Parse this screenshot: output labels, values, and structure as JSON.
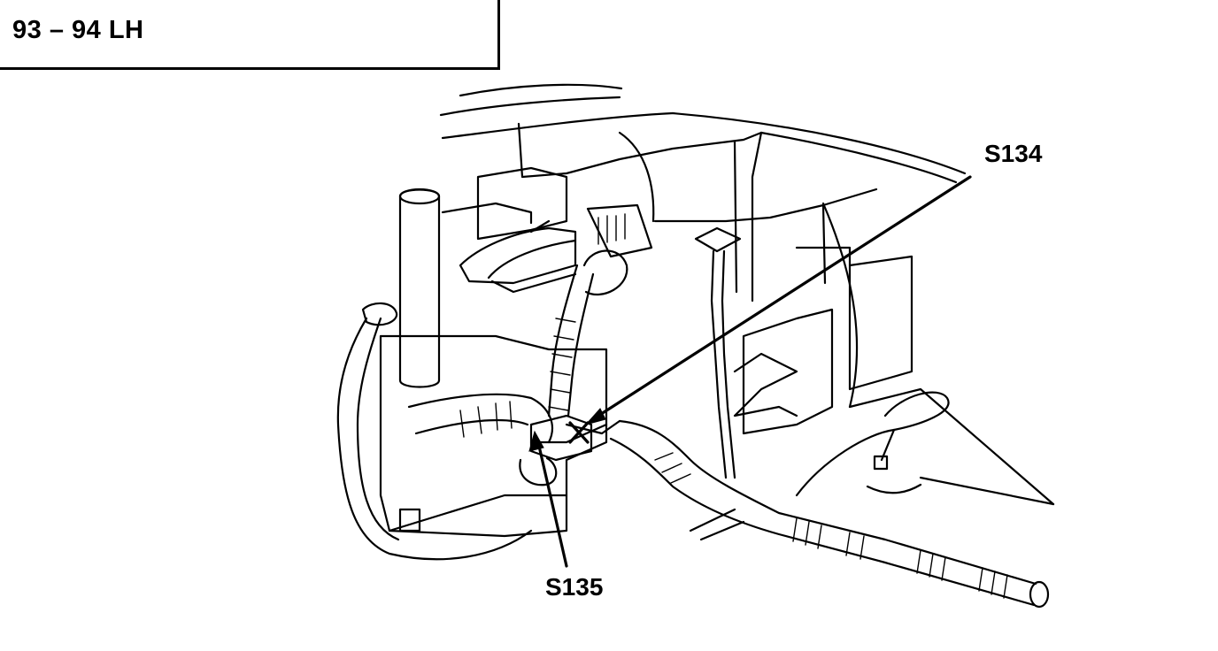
{
  "header": {
    "title": "93 – 94 LH"
  },
  "callouts": [
    {
      "id": "s134",
      "label": "S134"
    },
    {
      "id": "s135",
      "label": "S135"
    }
  ],
  "colors": {
    "ink": "#000000",
    "paper": "#ffffff"
  }
}
